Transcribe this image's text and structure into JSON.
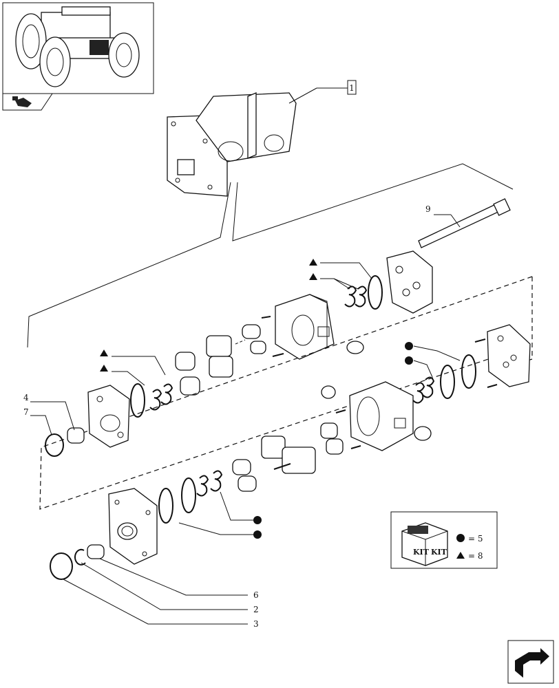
{
  "callouts": {
    "c1": "1",
    "c2": "2",
    "c3": "3",
    "c4": "4",
    "c6": "6",
    "c7": "7",
    "c9": "9"
  },
  "kit_legend": {
    "kit_label": "KIT",
    "circle_eq": "= 5",
    "triangle_eq": "= 8"
  },
  "icons": {
    "thumbnail": "tractor-thumbnail-icon",
    "pump_tag": "pump-component-icon",
    "next_page": "next-page-arrow-icon",
    "kit": "kit-box-icon"
  }
}
